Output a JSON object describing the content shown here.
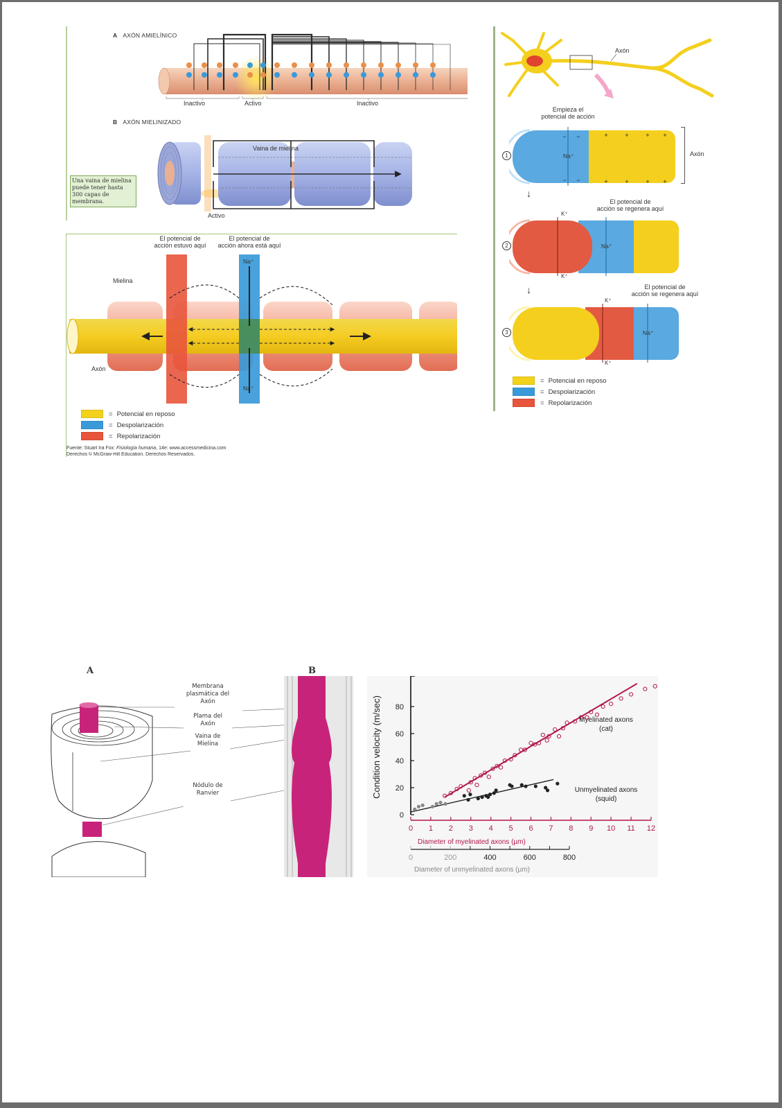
{
  "figure_a": {
    "panel_a": {
      "letter": "A",
      "title": "AXÓN AMIELÍNICO",
      "labels": {
        "inactive_left": "Inactivo",
        "active": "Activo",
        "inactive_right": "Inactivo"
      }
    },
    "panel_b": {
      "letter": "B",
      "title": "AXÓN MIELINIZADO",
      "sheath_label": "Vaina de mielina",
      "callout": "Una vaina de mielina puede tener hasta 300 capas de membrana.",
      "active": "Activo"
    }
  },
  "figure_saltatory": {
    "label_was_here": [
      "El potencial de",
      "acción estuvo aquí"
    ],
    "label_now_here": [
      "El potencial de",
      "acción ahora está aquí"
    ],
    "myelin": "Mielina",
    "axon": "Axón",
    "ion_top": "Na⁺",
    "ion_bottom": "Na⁺",
    "legend": [
      {
        "label": "Potencial en reposo",
        "color": "#f2d21a"
      },
      {
        "label": "Despolarización",
        "color": "#3a9ad9"
      },
      {
        "label": "Repolarización",
        "color": "#e8553c"
      }
    ],
    "source_prefix": "Fuente: Stuart Ira Fox: ",
    "source_book": "Fisiología humana",
    "source_suffix": ", 14e: www.accessmedicina.com",
    "rights": "Derechos © McGraw-Hill Education. Derechos Reservados."
  },
  "figure_neuron": {
    "axon_label": "Axón",
    "start_label": [
      "Empieza el",
      "potencial de acción"
    ],
    "bracket_label": "Axón",
    "steps": [
      {
        "num": "1",
        "ion": "Na⁺"
      },
      {
        "num": "2",
        "caption": [
          "El potencial de",
          "acción se regenera aquí"
        ],
        "ion": "Na⁺",
        "k_top": "K⁺",
        "k_bottom": "K⁺"
      },
      {
        "num": "3",
        "caption": [
          "El potencial de",
          "acción se regenera aquí"
        ],
        "ion": "Na⁺",
        "k_top": "K⁺",
        "k_bottom": "K⁺"
      }
    ],
    "legend": [
      {
        "label": "Potencial en reposo",
        "color": "#f2d21a"
      },
      {
        "label": "Despolarización",
        "color": "#3a9ad9"
      },
      {
        "label": "Repolarización",
        "color": "#e8553c"
      }
    ]
  },
  "figure_myelin_drawing": {
    "letter_a": "A",
    "letter_b": "B",
    "labels": [
      [
        "Membrana",
        "plasmática del",
        "Axón"
      ],
      [
        "Plama del",
        "Axón"
      ],
      [
        "Vaina de",
        "Mielina"
      ],
      [
        "Nódulo de",
        "Ranvier"
      ]
    ]
  },
  "chart_data": {
    "type": "scatter",
    "title": "",
    "ylabel": "Condition velocity (m/sec)",
    "xlabel": "Diameter of myelinated axons (µm)",
    "x2label": "Diameter of unmyelinated axons (µm)",
    "ylim": [
      0,
      100
    ],
    "xlim": [
      0,
      12
    ],
    "x2lim": [
      0,
      800
    ],
    "yticks": [
      0,
      20,
      40,
      60,
      80
    ],
    "xticks": [
      0,
      1,
      2,
      3,
      4,
      5,
      6,
      7,
      8,
      9,
      10,
      11,
      12
    ],
    "x2ticks": [
      0,
      200,
      400,
      600,
      800
    ],
    "grid": false,
    "series": [
      {
        "name": "Myelinated axons",
        "sublabel": "(cat)",
        "color": "#b0194a",
        "marker": "open-circle",
        "fit": [
          [
            1.7,
            13
          ],
          [
            11.3,
            97
          ]
        ],
        "points": [
          [
            1.7,
            14
          ],
          [
            2.0,
            16
          ],
          [
            2.3,
            19
          ],
          [
            2.5,
            21
          ],
          [
            2.9,
            18
          ],
          [
            3.0,
            24
          ],
          [
            3.2,
            27
          ],
          [
            3.3,
            22
          ],
          [
            3.5,
            29
          ],
          [
            3.7,
            31
          ],
          [
            3.9,
            28
          ],
          [
            4.1,
            34
          ],
          [
            4.3,
            36
          ],
          [
            4.5,
            35
          ],
          [
            4.7,
            40
          ],
          [
            5.0,
            41
          ],
          [
            5.2,
            44
          ],
          [
            5.5,
            48
          ],
          [
            5.7,
            48
          ],
          [
            6.0,
            53
          ],
          [
            6.2,
            52
          ],
          [
            6.4,
            53
          ],
          [
            6.6,
            59
          ],
          [
            6.8,
            55
          ],
          [
            6.9,
            58
          ],
          [
            7.2,
            63
          ],
          [
            7.4,
            58
          ],
          [
            7.6,
            64
          ],
          [
            7.8,
            68
          ],
          [
            8.2,
            69
          ],
          [
            8.5,
            72
          ],
          [
            8.8,
            72
          ],
          [
            9.0,
            76
          ],
          [
            9.3,
            74
          ],
          [
            9.6,
            80
          ],
          [
            10.0,
            82
          ],
          [
            10.5,
            86
          ],
          [
            11.0,
            89
          ],
          [
            11.7,
            93
          ],
          [
            12.2,
            95
          ]
        ]
      },
      {
        "name": "Unmyelinated axons",
        "sublabel": "(squid)",
        "color": "#222222",
        "marker": "filled-circle",
        "x_axis": "x2",
        "fit": [
          [
            0,
            2
          ],
          [
            720,
            26
          ]
        ],
        "points": [
          [
            20,
            4
          ],
          [
            40,
            6
          ],
          [
            60,
            7
          ],
          [
            110,
            6
          ],
          [
            130,
            8
          ],
          [
            150,
            9
          ],
          [
            175,
            8
          ],
          [
            270,
            14
          ],
          [
            290,
            11
          ],
          [
            300,
            15
          ],
          [
            340,
            12
          ],
          [
            360,
            13
          ],
          [
            380,
            14
          ],
          [
            390,
            13
          ],
          [
            400,
            15
          ],
          [
            420,
            16
          ],
          [
            430,
            18
          ],
          [
            500,
            22
          ],
          [
            510,
            21
          ],
          [
            560,
            22
          ],
          [
            580,
            21
          ],
          [
            630,
            21
          ],
          [
            680,
            20
          ],
          [
            690,
            18
          ],
          [
            740,
            23
          ]
        ]
      }
    ]
  }
}
